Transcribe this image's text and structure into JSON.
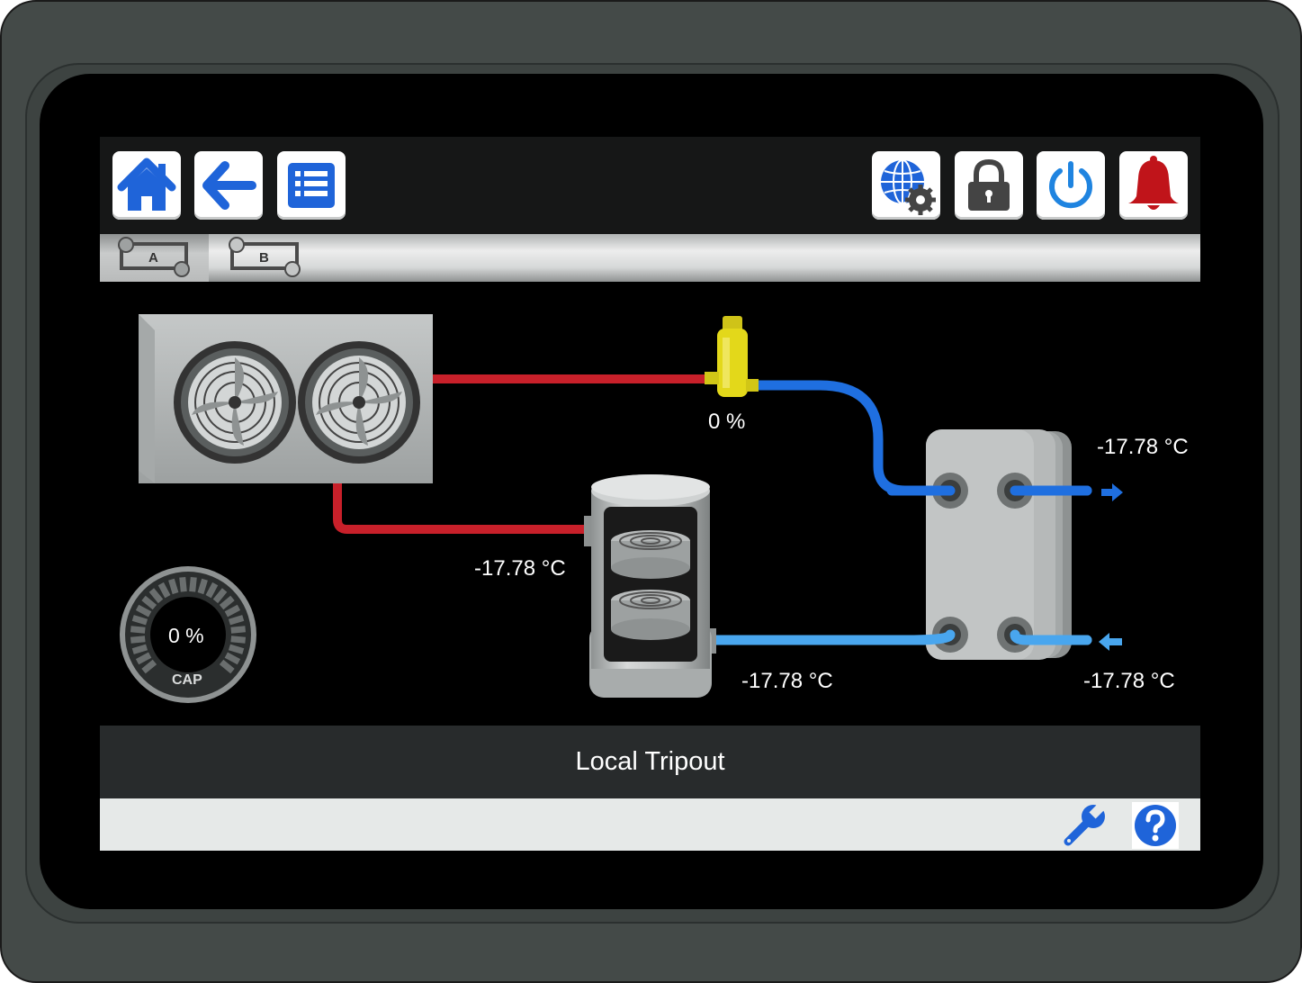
{
  "toolbar": {
    "left_buttons": [
      "home-icon",
      "back-arrow-icon",
      "menu-list-icon"
    ],
    "right_buttons": [
      "network-settings-icon",
      "lock-icon",
      "power-icon",
      "alarm-bell-icon"
    ]
  },
  "tabs": [
    {
      "label": "A",
      "active": true,
      "icon": "circuit-icon"
    },
    {
      "label": "B",
      "active": false,
      "icon": "circuit-icon"
    }
  ],
  "diagram": {
    "expansion_valve_opening": "0 %",
    "suction_temperature": "-17.78 °C",
    "liquid_line_temperature": "-17.78 °C",
    "water_outlet_temperature": "-17.78 °C",
    "water_inlet_temperature": "-17.78 °C",
    "capacity": {
      "value": "0 %",
      "label": "CAP",
      "fraction": 0
    }
  },
  "status": {
    "message": "Local Tripout"
  },
  "footer": {
    "buttons": [
      "wrench-icon",
      "help-icon"
    ]
  },
  "colors": {
    "hot_pipe": "#c8202a",
    "cold_pipe": "#1f6fe0",
    "light_cold_pipe": "#49a6ee",
    "valve": "#e3d81a",
    "alarm": "#c0141a",
    "accent_blue": "#1f64d9"
  }
}
